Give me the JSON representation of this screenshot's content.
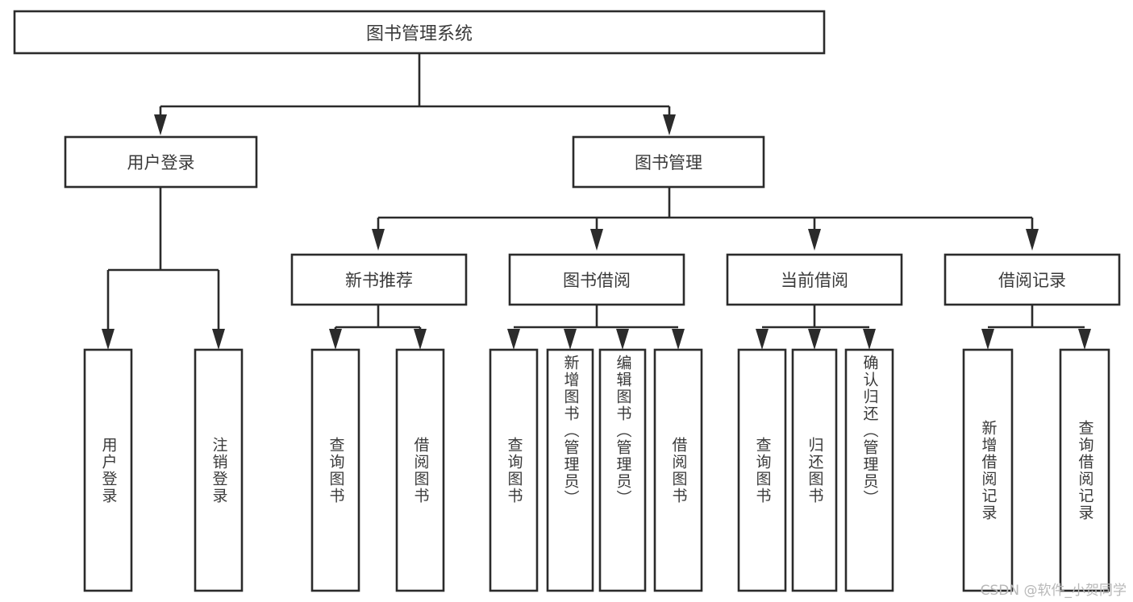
{
  "diagram": {
    "title": "图书管理系统",
    "type": "tree-hierarchy-chart",
    "root": {
      "label": "图书管理系统"
    },
    "level2": [
      {
        "label": "用户登录"
      },
      {
        "label": "图书管理"
      }
    ],
    "level3": [
      {
        "label": "新书推荐"
      },
      {
        "label": "图书借阅"
      },
      {
        "label": "当前借阅"
      },
      {
        "label": "借阅记录"
      }
    ],
    "leaves": {
      "user_login": [
        {
          "label": "用户登录"
        },
        {
          "label": "注销登录"
        }
      ],
      "new_book_recommend": [
        {
          "label": "查询图书"
        },
        {
          "label": "借阅图书"
        }
      ],
      "book_borrow": [
        {
          "label": "查询图书"
        },
        {
          "label": "新增图书（管理员）"
        },
        {
          "label": "编辑图书（管理员）"
        },
        {
          "label": "借阅图书"
        }
      ],
      "current_borrow": [
        {
          "label": "查询图书"
        },
        {
          "label": "归还图书"
        },
        {
          "label": "确认归还（管理员）"
        }
      ],
      "borrow_record": [
        {
          "label": "新增借阅记录"
        },
        {
          "label": "查询借阅记录"
        }
      ]
    }
  },
  "watermark": {
    "text": "CSDN @软件_小贺同学"
  },
  "colors": {
    "box_stroke": "#2b2b2b",
    "box_fill": "#ffffff",
    "text": "#3a3a3a",
    "watermark": "#b8b8b8",
    "background": "#ffffff"
  }
}
